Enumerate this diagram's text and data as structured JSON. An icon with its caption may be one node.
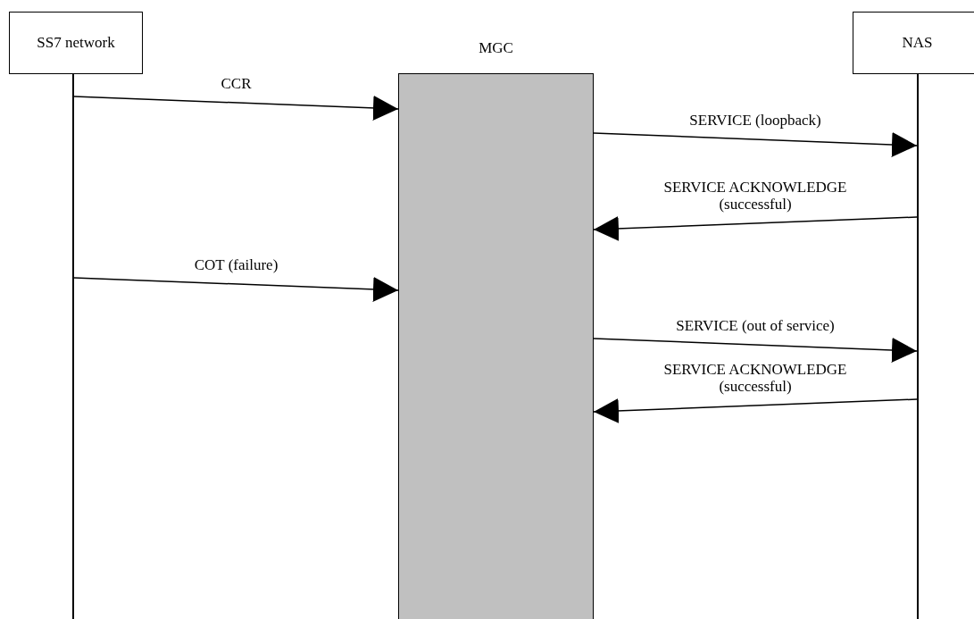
{
  "diagram": {
    "nodes": [
      {
        "text": [
          "SS7 network"
        ]
      },
      {
        "text": [
          "MGC"
        ]
      },
      {
        "text": [
          "NAS"
        ]
      },
      {
        "text": [],
        "shape": "line"
      },
      {
        "text": [],
        "shape": "line"
      }
    ],
    "edges": [
      {
        "from": 3,
        "to": 1,
        "arrow": "to",
        "label": "CCR"
      },
      {
        "from": 1,
        "to": 4,
        "arrow": "to",
        "label": "SERVICE (loopback)"
      },
      {
        "from": 4,
        "to": 1,
        "arrow": "to",
        "label": "SERVICE ACKNOWLEDGE (successful)"
      },
      {
        "from": 3,
        "to": 1,
        "arrow": "to",
        "label": "COT (failure)"
      },
      {
        "from": 1,
        "to": 4,
        "arrow": "to",
        "label": "SERVICE (out of service)"
      },
      {
        "from": 4,
        "to": 1,
        "arrow": "to",
        "label": "SERVICE ACKNOWLEDGE (successful)"
      }
    ]
  }
}
